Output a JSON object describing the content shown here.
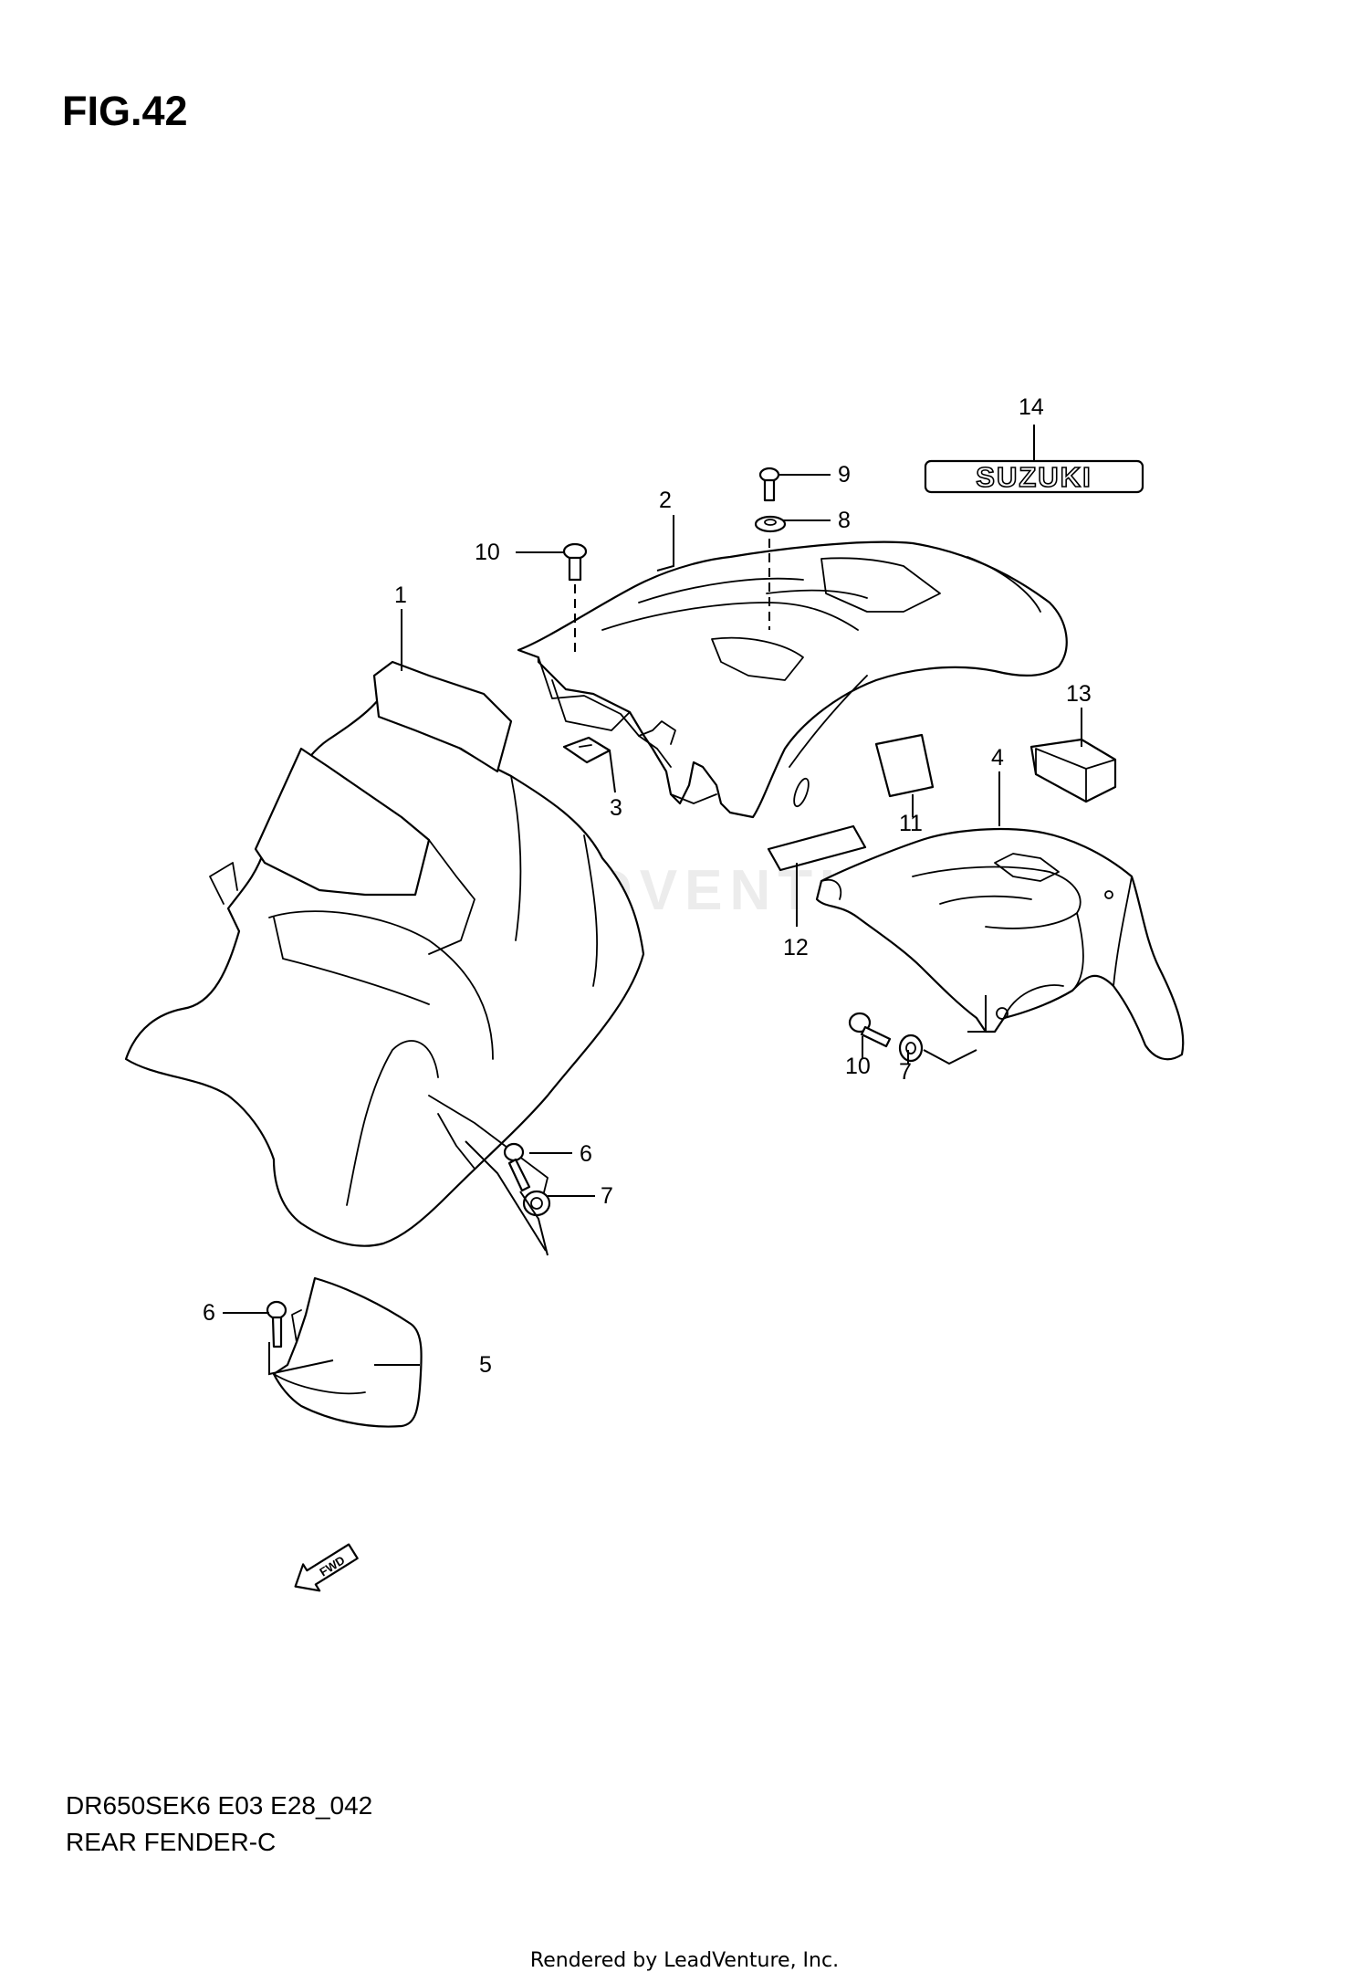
{
  "figure": {
    "title": "FIG.42",
    "model_code": "DR650SEK6 E03 E28_042",
    "section": "REAR FENDER-C"
  },
  "callouts": {
    "c1": "1",
    "c2": "2",
    "c3": "3",
    "c4": "4",
    "c5": "5",
    "c6a": "6",
    "c6b": "6",
    "c7a": "7",
    "c7b": "7",
    "c8": "8",
    "c9": "9",
    "c10a": "10",
    "c10b": "10",
    "c11": "11",
    "c12": "12",
    "c13": "13",
    "c14": "14"
  },
  "emblem": {
    "text": "SUZUKI"
  },
  "fwd_arrow": {
    "text": "FWD"
  },
  "watermark": {
    "text": "LEADVENTURE"
  },
  "footer": {
    "text": "Rendered by LeadVenture, Inc."
  }
}
